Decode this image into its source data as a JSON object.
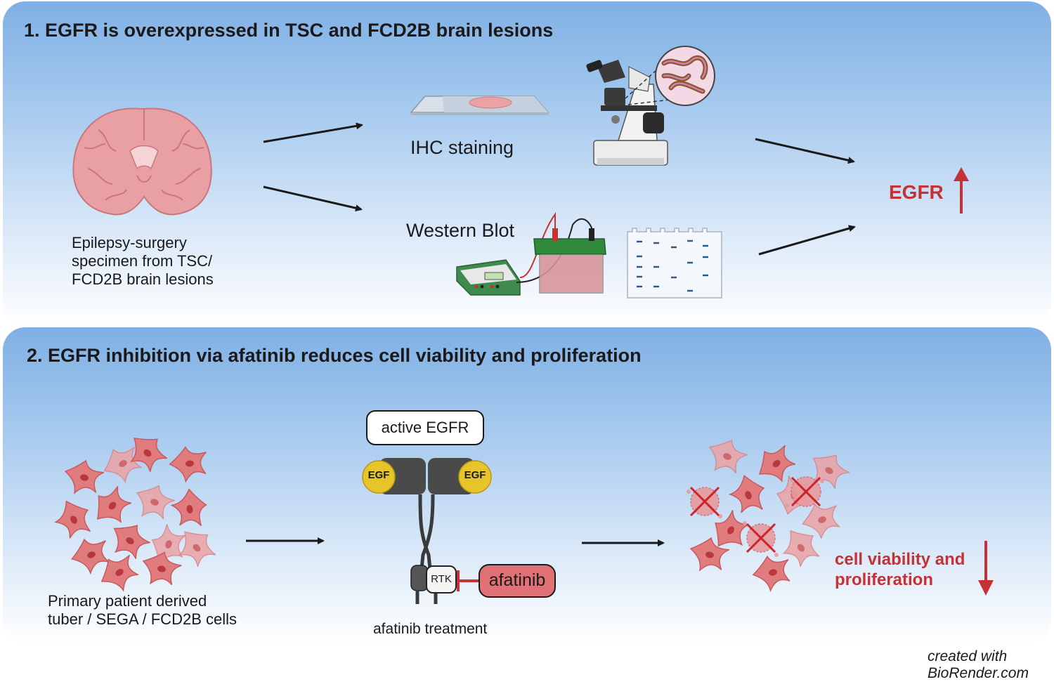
{
  "panel1": {
    "title": "1. EGFR is overexpressed in TSC and FCD2B brain lesions",
    "specimen_label_lines": [
      "Epilepsy-surgery",
      "specimen from TSC/",
      "FCD2B brain lesions"
    ],
    "ihc_label": "IHC staining",
    "wb_label": "Western Blot",
    "result_label": "EGFR"
  },
  "panel2": {
    "title": "2. EGFR inhibition via afatinib reduces cell viability and proliferation",
    "cells_label_lines": [
      "Primary patient derived",
      "tuber / SEGA / FCD2B cells"
    ],
    "active_egfr": "active EGFR",
    "egf_left": "EGF",
    "egf_right": "EGF",
    "rtk": "RTK",
    "drug": "afatinib",
    "treatment_label": "afatinib treatment",
    "result_lines": [
      "cell viability and",
      "proliferation"
    ]
  },
  "footer": {
    "lines": [
      "created with",
      "BioRender.com"
    ]
  },
  "colors": {
    "accent_red": "#c43236",
    "panel_blue": "#7fb0e4",
    "cell_red": "#d9656a"
  },
  "icons": [
    "brain-icon",
    "slide-icon",
    "microscope-icon",
    "gel-box-icon",
    "power-supply-icon",
    "blot-membrane-icon",
    "cell-cluster-icon",
    "egfr-receptor-icon",
    "dead-cells-icon"
  ]
}
